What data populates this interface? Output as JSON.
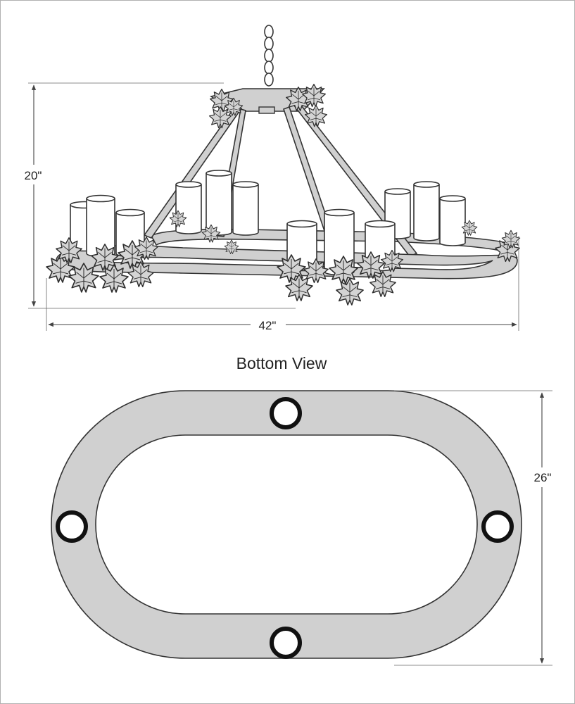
{
  "dimensions": {
    "height_label": "20\"",
    "width_label": "42\"",
    "depth_label": "26\""
  },
  "bottom_view": {
    "title": "Bottom View"
  },
  "colors": {
    "metal_fill": "#d0d0d0",
    "outline": "#333333",
    "candle_fill": "#ffffff",
    "socket_ring": "#111111",
    "dimension_line": "#444444"
  }
}
